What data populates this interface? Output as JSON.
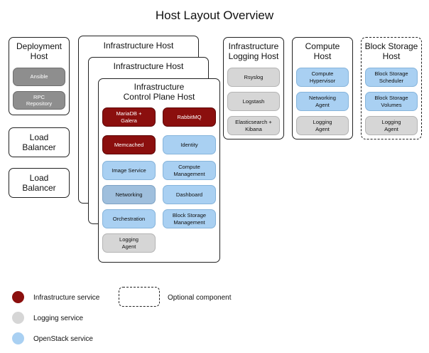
{
  "title": "Host Layout Overview",
  "deployment_host": {
    "label": "Deployment\nHost",
    "services": [
      "Ansible",
      "RPC\nRepository"
    ]
  },
  "load_balancers": [
    "Load\nBalancer",
    "Load\nBalancer"
  ],
  "infra_host_back": "Infrastructure Host",
  "infra_host_mid": "Infrastructure Host",
  "control_plane": {
    "label": "Infrastructure\nControl Plane Host",
    "services": [
      {
        "label": "MariaDB +\nGalera",
        "kind": "infra"
      },
      {
        "label": "RabbitMQ",
        "kind": "infra"
      },
      {
        "label": "Memcached",
        "kind": "infra"
      },
      {
        "label": "Identity",
        "kind": "os"
      },
      {
        "label": "Image Service",
        "kind": "os"
      },
      {
        "label": "Compute\nManagement",
        "kind": "os"
      },
      {
        "label": "Networking",
        "kind": "os"
      },
      {
        "label": "Dashboard",
        "kind": "os"
      },
      {
        "label": "Orchestration",
        "kind": "os"
      },
      {
        "label": "Block Storage\nManagement",
        "kind": "os"
      },
      {
        "label": "Logging\nAgent",
        "kind": "log"
      }
    ]
  },
  "logging_host": {
    "label": "Infrastructure\nLogging Host",
    "services": [
      "Rsyslog",
      "Logstash",
      "Elasticsearch +\nKibana"
    ]
  },
  "compute_host": {
    "label": "Compute\nHost",
    "services": [
      {
        "label": "Compute\nHypervisor",
        "kind": "os"
      },
      {
        "label": "Networking\nAgent",
        "kind": "os"
      },
      {
        "label": "Logging\nAgent",
        "kind": "log"
      }
    ]
  },
  "block_storage_host": {
    "label": "Block Storage\nHost",
    "services": [
      {
        "label": "Block Storage\nScheduler",
        "kind": "os"
      },
      {
        "label": "Block Storage\nVolumes",
        "kind": "os"
      },
      {
        "label": "Logging\nAgent",
        "kind": "log"
      }
    ]
  },
  "legend": {
    "infrastructure": "Infrastructure service",
    "logging": "Logging service",
    "openstack": "OpenStack service",
    "optional": "Optional component"
  },
  "colors": {
    "infrastructure": "#8b0f0e",
    "logging": "#d6d6d6",
    "openstack": "#a9d0f2"
  }
}
